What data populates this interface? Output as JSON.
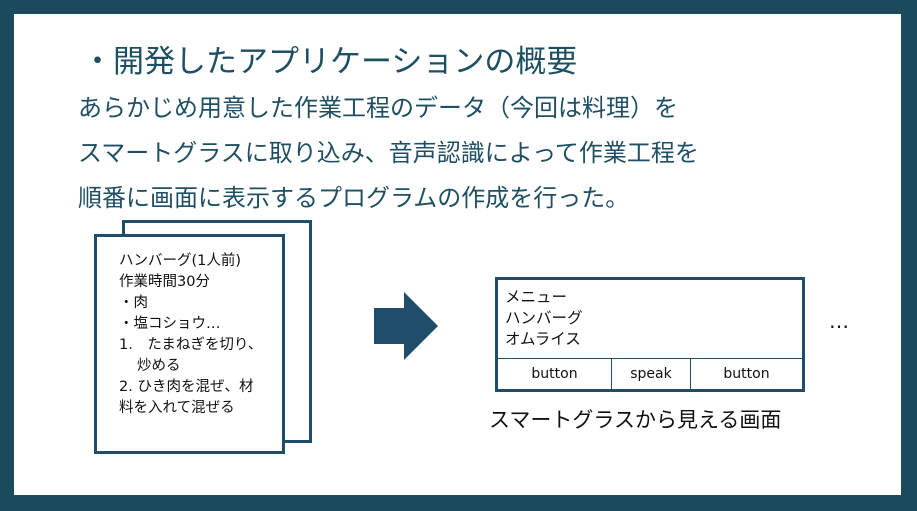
{
  "title": "・開発したアプリケーションの概要",
  "description": [
    "あらかじめ用意した作業工程のデータ（今回は料理）を",
    "スマートグラスに取り込み、音声認識によって作業工程を",
    "順番に画面に表示するプログラムの作成を行った。"
  ],
  "document": {
    "lines": [
      "ハンバーグ(1人前)",
      "作業時間30分",
      "・肉",
      "・塩コショウ…",
      "1.　たまねぎを切り、",
      "炒める",
      "2. ひき肉を混ぜ、材",
      "料を入れて混ぜる"
    ]
  },
  "arrow_icon": "right-arrow-icon",
  "screen": {
    "menu": [
      "メニュー",
      "ハンバーグ",
      "オムライス"
    ],
    "buttons": [
      "button",
      "speak",
      "button"
    ]
  },
  "caption": "スマートグラスから見える画面",
  "ellipsis": "…",
  "colors": {
    "frame": "#1b4a5e",
    "text_accent": "#1e4f63",
    "border": "#1f4d6a"
  }
}
